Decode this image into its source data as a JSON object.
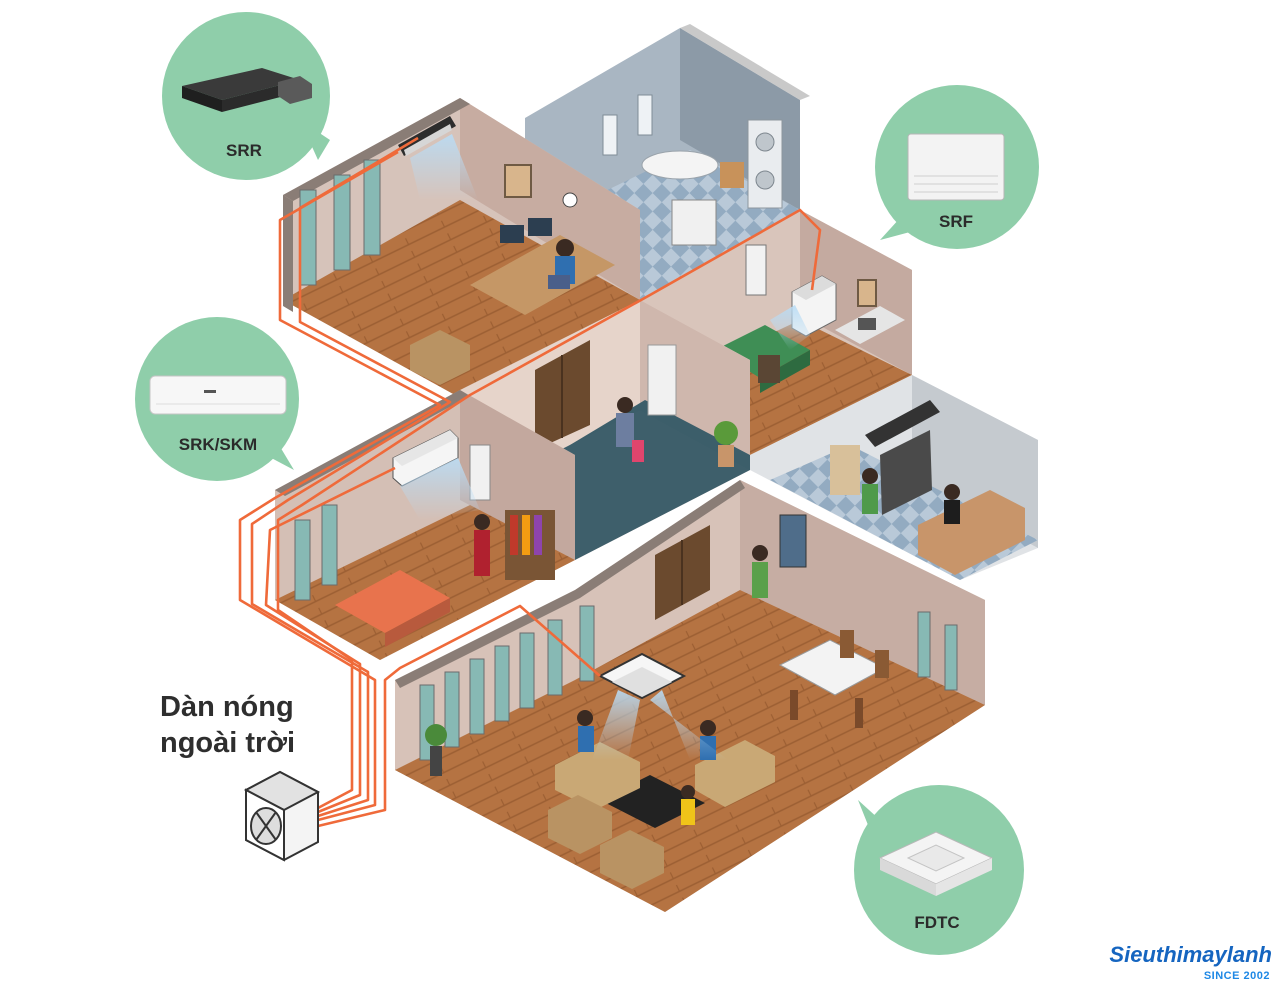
{
  "units": [
    {
      "id": "srr",
      "label": "SRR",
      "icon": "ducted-unit-icon"
    },
    {
      "id": "srf",
      "label": "SRF",
      "icon": "floor-console-unit-icon"
    },
    {
      "id": "srk",
      "label": "SRK/SKM",
      "icon": "wall-mounted-unit-icon"
    },
    {
      "id": "fdtc",
      "label": "FDTC",
      "icon": "ceiling-cassette-unit-icon"
    }
  ],
  "outdoor": {
    "line1": "Dàn nóng",
    "line2": "ngoài trời",
    "icon": "outdoor-unit-icon"
  },
  "brand": {
    "name": "Sieuthimaylanh",
    "tagline": "SINCE 2002"
  },
  "colors": {
    "bubble": "#8fceaa",
    "pipe": "#ef6a3a",
    "wall": "#d4bcb2",
    "floor": "#b06e3e",
    "tile": "#9fb4c8",
    "carpet": "#3e5f6b"
  }
}
